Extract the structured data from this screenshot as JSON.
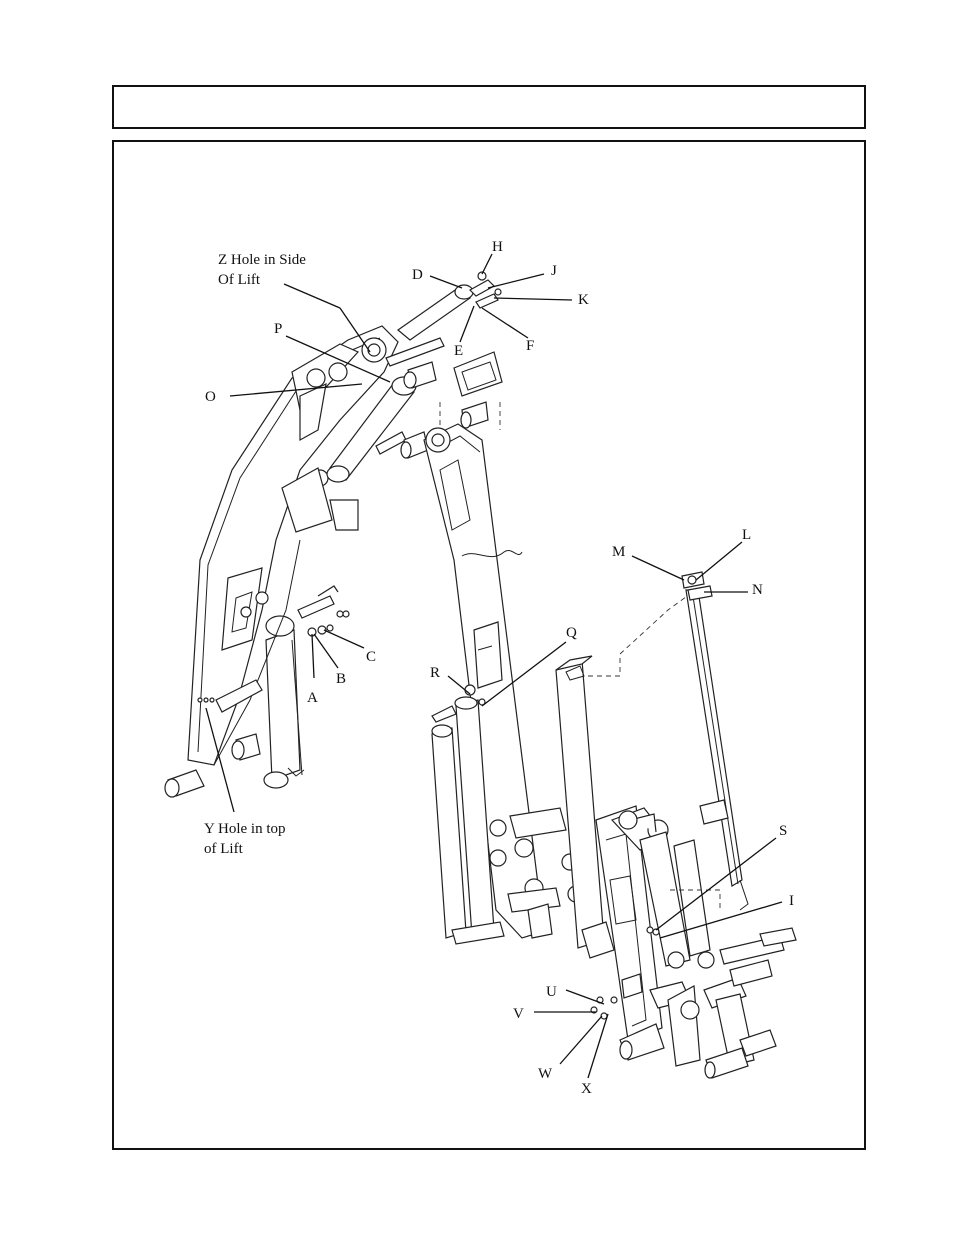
{
  "header": {
    "title": ""
  },
  "labels": {
    "z_line1": "Z Hole in Side",
    "z_line2": "Of Lift",
    "h": "H",
    "d": "D",
    "j": "J",
    "k": "K",
    "e": "E",
    "f": "F",
    "p": "P",
    "o": "O",
    "m": "M",
    "l": "L",
    "n": "N",
    "q": "Q",
    "r": "R",
    "c": "C",
    "b": "B",
    "a": "A",
    "y_line1": "Y Hole in top",
    "y_line2": "of Lift",
    "s": "S",
    "i": "I",
    "u": "U",
    "v": "V",
    "w": "W",
    "x": "X"
  }
}
